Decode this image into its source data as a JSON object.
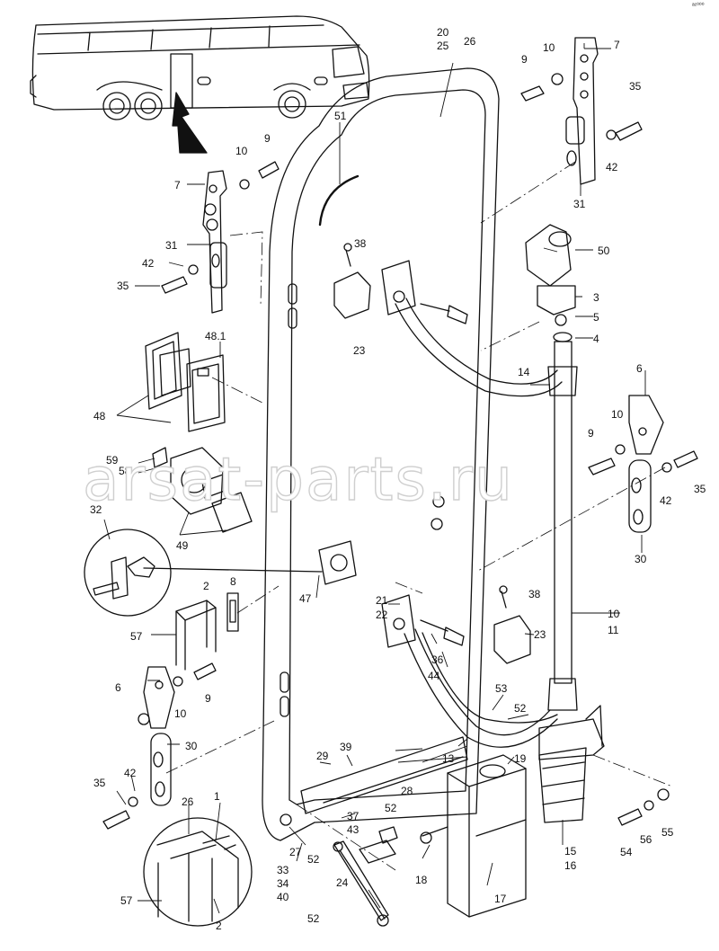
{
  "watermark": "arsat-parts.ru",
  "corner_mark": "ᵃᶜ⁰⁰⁰",
  "labels": {
    "l1": "1",
    "l2a": "2",
    "l2b": "2",
    "l3": "3",
    "l4": "4",
    "l5": "5",
    "l6a": "6",
    "l6b": "6",
    "l7a": "7",
    "l7b": "7",
    "l8": "8",
    "l9a": "9",
    "l9b": "9",
    "l9c": "9",
    "l9d": "9",
    "l10a": "10",
    "l10b": "10",
    "l10c": "10",
    "l10d": "10",
    "l10e": "10",
    "l11": "11",
    "l13": "13",
    "l14": "14",
    "l15": "15",
    "l16": "16",
    "l17": "17",
    "l18": "18",
    "l19": "19",
    "l20": "20",
    "l21": "21",
    "l22": "22",
    "l23a": "23",
    "l23b": "23",
    "l24": "24",
    "l25": "25",
    "l26a": "26",
    "l26b": "26",
    "l27": "27",
    "l28": "28",
    "l29": "29",
    "l30a": "30",
    "l30b": "30",
    "l31a": "31",
    "l31b": "31",
    "l32": "32",
    "l33": "33",
    "l34": "34",
    "l35a": "35",
    "l35b": "35",
    "l35c": "35",
    "l35d": "35",
    "l36": "36",
    "l37": "37",
    "l38a": "38",
    "l38b": "38",
    "l39": "39",
    "l40": "40",
    "l42a": "42",
    "l42b": "42",
    "l42c": "42",
    "l42d": "42",
    "l43": "43",
    "l44": "44",
    "l47": "47",
    "l48": "48",
    "l48_1": "48.1",
    "l49": "49",
    "l50": "50",
    "l51": "51",
    "l52a": "52",
    "l52b": "52",
    "l52c": "52",
    "l52d": "52",
    "l53": "53",
    "l54": "54",
    "l55": "55",
    "l56": "56",
    "l57a": "57",
    "l57b": "57",
    "l58": "58",
    "l59": "59"
  }
}
